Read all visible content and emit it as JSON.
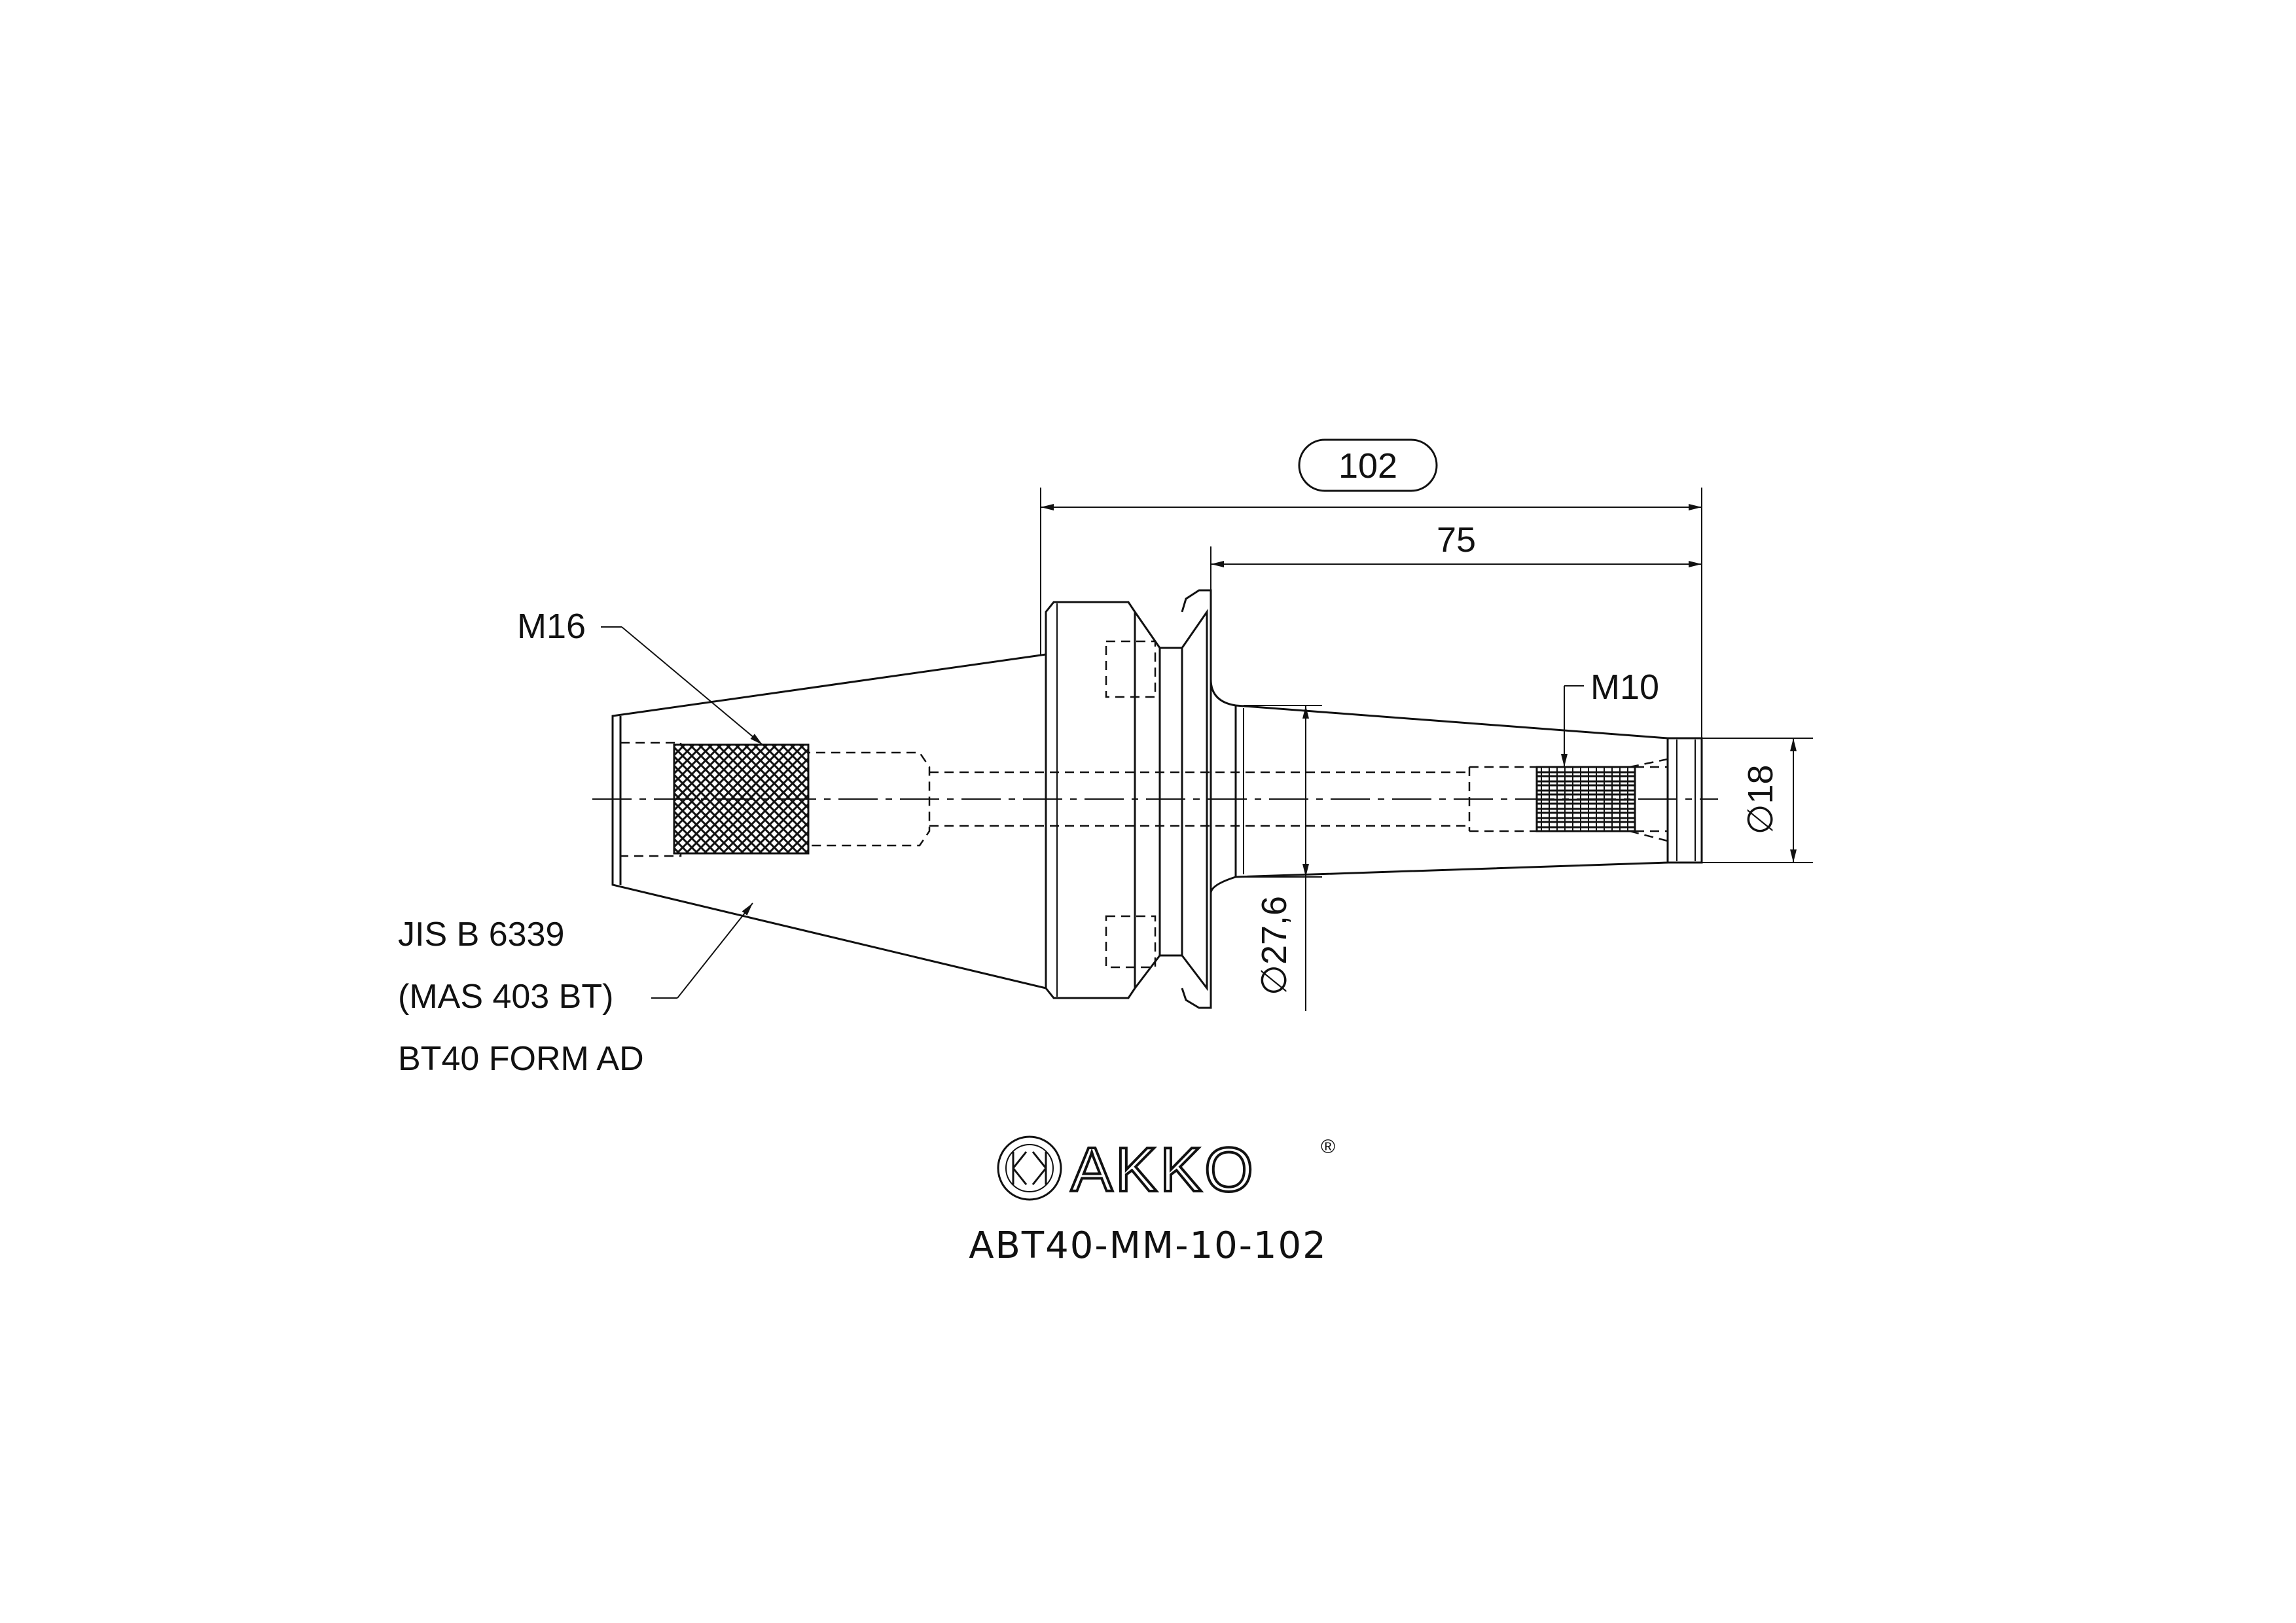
{
  "drawing": {
    "dimensions": {
      "overall_length": "102",
      "gauge_to_end_length": "75",
      "neck_diameter": "∅27,6",
      "end_diameter": "∅18"
    },
    "callouts": {
      "rear_thread": "M16",
      "front_thread": "M10",
      "standard_line1": "JIS B 6339",
      "standard_line2": "(MAS 403 BT)",
      "standard_line3": "BT40 FORM AD"
    }
  },
  "brand": {
    "name": "AKKO",
    "registered_mark": "®",
    "part_number": "ABT40-MM-10-102"
  }
}
